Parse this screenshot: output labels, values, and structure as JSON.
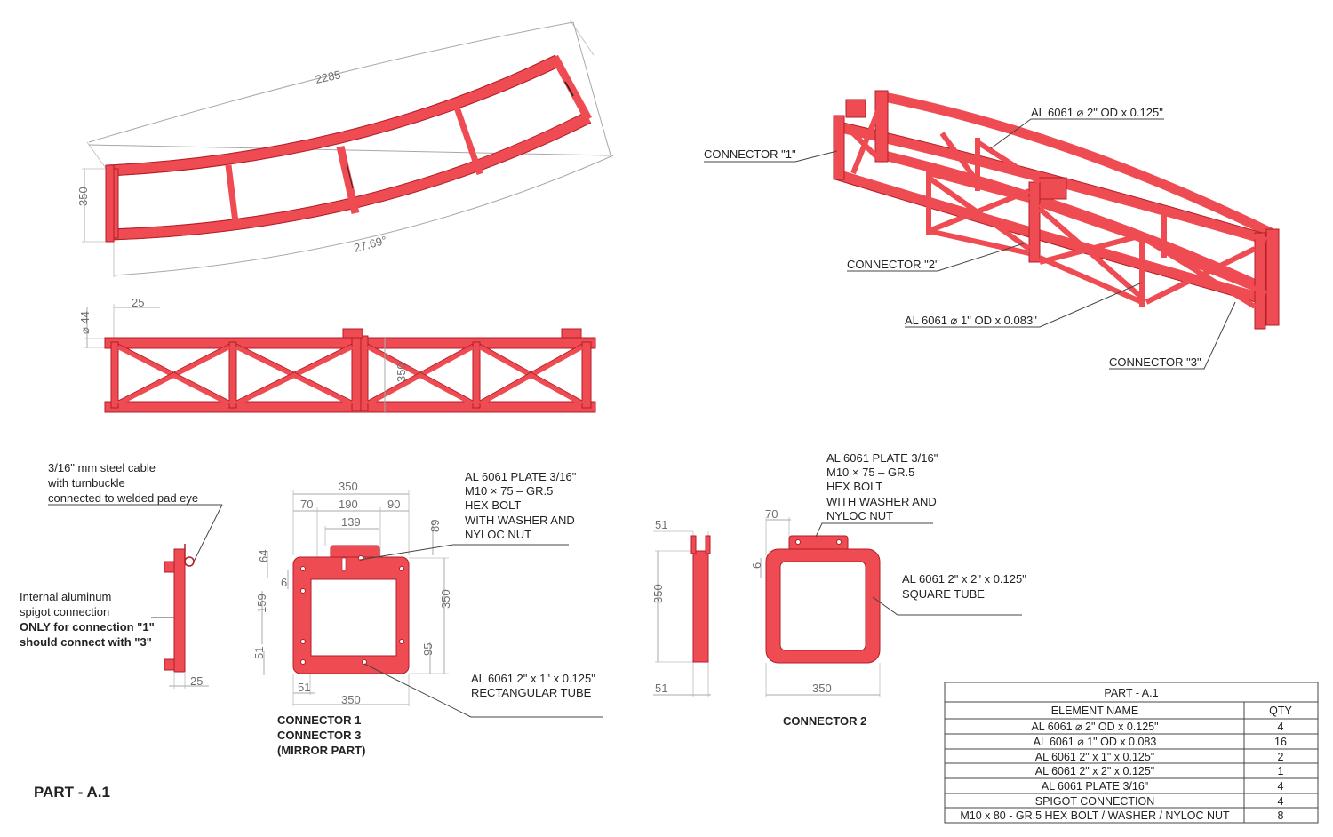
{
  "dims": {
    "top_length": "2285",
    "top_height": "350",
    "top_angle": "27.69°",
    "side_offset": "25",
    "side_dia": "⌀ 44",
    "side_height": "350",
    "c1_width_top": "350",
    "c1_left": "70",
    "c1_mid": "190",
    "c1_right": "90",
    "c1_plate": "139",
    "c1_plate_h": "89",
    "c1_64": "64",
    "c1_6": "6",
    "c1_159": "159",
    "c1_51": "51",
    "c1_350_v": "350",
    "c1_95": "95",
    "c1_51_b": "51",
    "c1_350_b": "350",
    "sc_25": "25",
    "c2s_51_t": "51",
    "c2s_350": "350",
    "c2s_51_b": "51",
    "c2_70": "70",
    "c2_6": "6",
    "c2_350": "350"
  },
  "callouts": {
    "pipe2": "AL 6061 ⌀ 2\" OD x 0.125\"",
    "connector1": "CONNECTOR \"1\"",
    "connector2": "CONNECTOR \"2\"",
    "pipe1": "AL 6061 ⌀ 1\" OD x 0.083\"",
    "connector3": "CONNECTOR \"3\"",
    "cable_1": "3/16\" mm steel cable",
    "cable_2": "with turnbuckle",
    "cable_3": "connected to welded pad eye",
    "spigot_1": "Internal aluminum",
    "spigot_2": "spigot connection",
    "spigot_3": "ONLY for connection \"1\"",
    "spigot_4": "should connect with \"3\"",
    "plate1_1": "AL 6061 PLATE 3/16\"",
    "plate1_2": "M10 × 75 – GR.5",
    "plate1_3": "HEX BOLT",
    "plate1_4": "WITH WASHER AND",
    "plate1_5": "NYLOC NUT",
    "rect_1": "AL 6061 2\" x 1\" x 0.125\"",
    "rect_2": "RECTANGULAR TUBE",
    "plate2_1": "AL 6061 PLATE 3/16\"",
    "plate2_2": "M10 × 75 – GR.5",
    "plate2_3": "HEX BOLT",
    "plate2_4": "WITH WASHER AND",
    "plate2_5": "NYLOC NUT",
    "sq_1": "AL 6061 2\" x 2\" x 0.125\"",
    "sq_2": "SQUARE TUBE"
  },
  "captions": {
    "c1_a": "CONNECTOR 1",
    "c1_b": "CONNECTOR 3",
    "c1_c": "(MIRROR PART)",
    "c2": "CONNECTOR 2",
    "part": "PART - A.1"
  },
  "bom": {
    "title": "PART - A.1",
    "headers": [
      "ELEMENT NAME",
      "QTY"
    ],
    "rows": [
      [
        "AL 6061 ⌀ 2\" OD x 0.125\"",
        "4"
      ],
      [
        "AL 6061 ⌀ 1\" OD x 0.083",
        "16"
      ],
      [
        "AL 6061 2\" x 1\" x 0.125\"",
        "2"
      ],
      [
        "AL 6061 2\" x 2\" x 0.125\"",
        "1"
      ],
      [
        "AL 6061 PLATE 3/16\"",
        "4"
      ],
      [
        "SPIGOT CONNECTION",
        "4"
      ],
      [
        "M10 x 80 - GR.5 HEX BOLT / WASHER / NYLOC NUT",
        "8"
      ]
    ]
  },
  "colors": {
    "truss": "#ef4b52",
    "truss_edge": "#b21e28",
    "dimension": "#a8a8a8"
  }
}
